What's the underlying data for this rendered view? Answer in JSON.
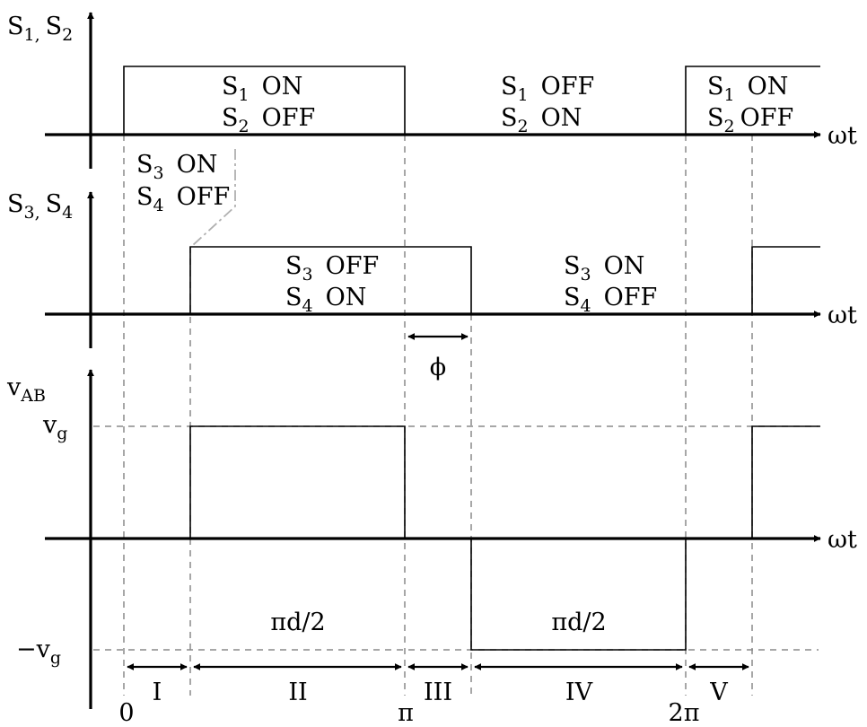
{
  "axes": {
    "panel1_ylabel": "S",
    "panel1_ylabel_sub1": "1,",
    "panel1_ylabel_b": "S",
    "panel1_ylabel_sub2": "2",
    "panel2_ylabel": "S",
    "panel2_ylabel_sub1": "3,",
    "panel2_ylabel_b": "S",
    "panel2_ylabel_sub2": "4",
    "panel3_ylabel": "v",
    "panel3_ylabel_sub": "AB",
    "xlabel": "ωt",
    "vg_label": "v",
    "vg_sub": "g",
    "neg_vg_label": "−v",
    "neg_vg_sub": "g"
  },
  "states": {
    "s1_on": {
      "s": "S",
      "n": "1",
      "state": "ON"
    },
    "s2_off": {
      "s": "S",
      "n": "2",
      "state": "OFF"
    },
    "s1_off": {
      "s": "S",
      "n": "1",
      "state": "OFF"
    },
    "s2_on": {
      "s": "S",
      "n": "2",
      "state": "ON"
    },
    "s3_on": {
      "s": "S",
      "n": "3",
      "state": "ON"
    },
    "s4_off": {
      "s": "S",
      "n": "4",
      "state": "OFF"
    },
    "s3_off": {
      "s": "S",
      "n": "3",
      "state": "OFF"
    },
    "s4_on": {
      "s": "S",
      "n": "4",
      "state": "ON"
    }
  },
  "annotations": {
    "phi": "ϕ",
    "pulse_width": "πd/2"
  },
  "ticks": {
    "zero": "0",
    "pi": "π",
    "two_pi": "2π"
  },
  "intervals": [
    "I",
    "II",
    "III",
    "IV",
    "V"
  ]
}
